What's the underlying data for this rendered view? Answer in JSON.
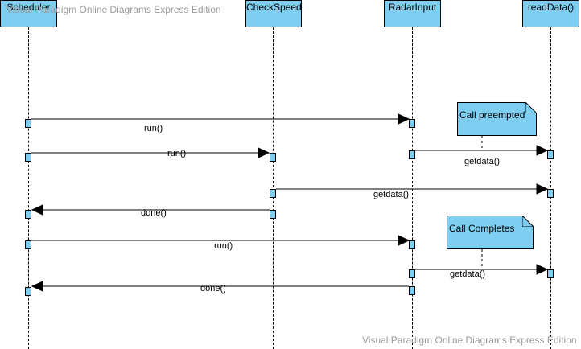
{
  "watermark": {
    "top": "Visual Paradigm Online Diagrams Express Edition",
    "bottom": "Visual Paradigm Online Diagrams Express Edition"
  },
  "lifelines": [
    {
      "id": "scheduler",
      "label": "Scheduler"
    },
    {
      "id": "checkspeed",
      "label": "CheckSpeed"
    },
    {
      "id": "radarinput",
      "label": "RadarInput"
    },
    {
      "id": "readdata",
      "label": "readData()"
    }
  ],
  "notes": [
    {
      "id": "call-preempted",
      "text": "Call preempted"
    },
    {
      "id": "call-completes",
      "text": "Call Completes"
    }
  ],
  "messages": [
    {
      "id": "m1",
      "from": "scheduler",
      "to": "radarinput",
      "label": "run()"
    },
    {
      "id": "m2",
      "from": "scheduler",
      "to": "checkspeed",
      "label": "run()"
    },
    {
      "id": "m3",
      "from": "radarinput",
      "to": "readdata",
      "label": "getdata()"
    },
    {
      "id": "m4",
      "from": "checkspeed",
      "to": "readdata",
      "label": "getdata()"
    },
    {
      "id": "m5",
      "from": "checkspeed",
      "to": "scheduler",
      "label": "done()"
    },
    {
      "id": "m6",
      "from": "scheduler",
      "to": "radarinput",
      "label": "run()"
    },
    {
      "id": "m7",
      "from": "radarinput",
      "to": "readdata",
      "label": "getdata()"
    },
    {
      "id": "m8",
      "from": "radarinput",
      "to": "scheduler",
      "label": "done()"
    }
  ],
  "colors": {
    "fill": "#7ecef2",
    "stroke": "#000000",
    "watermark": "#9a9a9a"
  }
}
